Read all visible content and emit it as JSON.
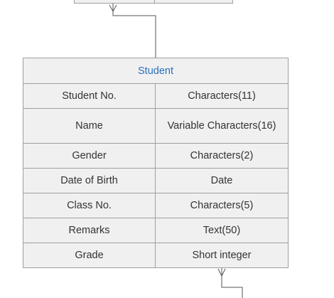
{
  "entity": {
    "title": "Student",
    "attributes": [
      {
        "name": "Student No.",
        "type": "Characters(11)"
      },
      {
        "name": "Name",
        "type": "Variable Characters(16)"
      },
      {
        "name": "Gender",
        "type": "Characters(2)"
      },
      {
        "name": "Date of Birth",
        "type": "Date"
      },
      {
        "name": "Class No.",
        "type": "Characters(5)"
      },
      {
        "name": "Remarks",
        "type": "Text(50)"
      },
      {
        "name": "Grade",
        "type": "Short integer"
      }
    ]
  },
  "colors": {
    "border": "#9aa29a",
    "fill": "#f0f0f0",
    "title": "#2a6fbf",
    "text": "#333333",
    "connector": "#555555"
  }
}
